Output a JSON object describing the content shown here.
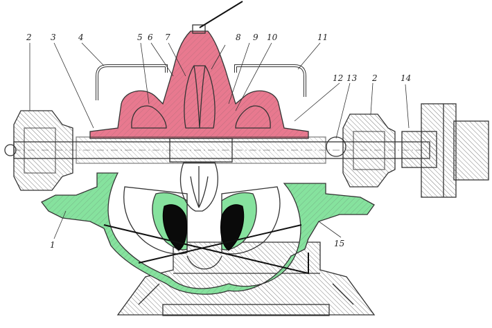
{
  "figure": {
    "labels": [
      {
        "id": "2",
        "text": "2"
      },
      {
        "id": "3",
        "text": "3"
      },
      {
        "id": "4",
        "text": "4"
      },
      {
        "id": "5",
        "text": "5"
      },
      {
        "id": "6",
        "text": "6"
      },
      {
        "id": "7",
        "text": "7"
      },
      {
        "id": "8",
        "text": "8"
      },
      {
        "id": "9",
        "text": "9"
      },
      {
        "id": "10",
        "text": "10"
      },
      {
        "id": "11",
        "text": "11"
      },
      {
        "id": "12",
        "text": "12"
      },
      {
        "id": "13",
        "text": "13"
      },
      {
        "id": "2b",
        "text": "2"
      },
      {
        "id": "14",
        "text": "14"
      },
      {
        "id": "1",
        "text": "1"
      },
      {
        "id": "15",
        "text": "15"
      }
    ],
    "colors": {
      "upper_casing": "#e8798f",
      "lower_casing": "#86e29e",
      "cavity": "#0a0a0a",
      "outline": "#333333",
      "annotation_line": "#111111"
    }
  }
}
